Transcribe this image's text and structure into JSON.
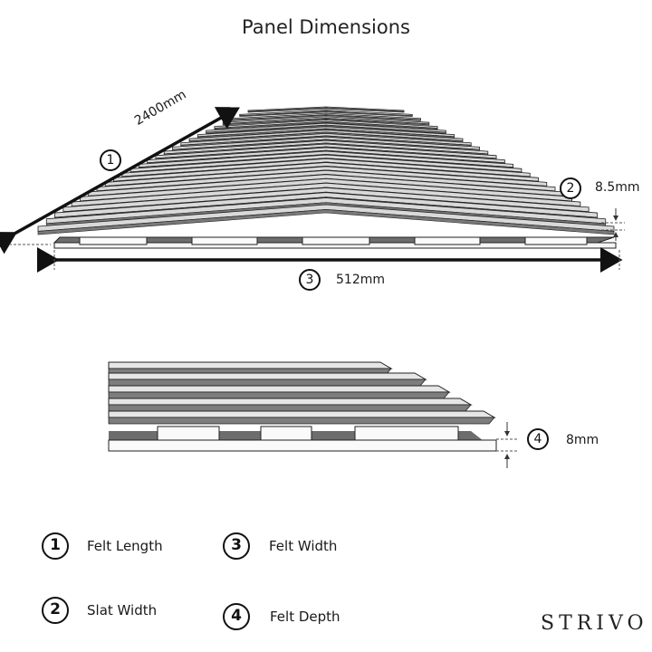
{
  "title": "Panel Dimensions",
  "dimensions": {
    "length": {
      "num": "1",
      "value": "2400mm"
    },
    "slat": {
      "num": "2",
      "value": "8.5mm"
    },
    "width": {
      "num": "3",
      "value": "512mm"
    },
    "depth": {
      "num": "4",
      "value": "8mm"
    }
  },
  "legend": [
    {
      "num": "1",
      "label": "Felt Length"
    },
    {
      "num": "3",
      "label": "Felt Width"
    },
    {
      "num": "2",
      "label": "Slat Width"
    },
    {
      "num": "4",
      "label": "Felt Depth"
    }
  ],
  "brand": "STRIVO"
}
